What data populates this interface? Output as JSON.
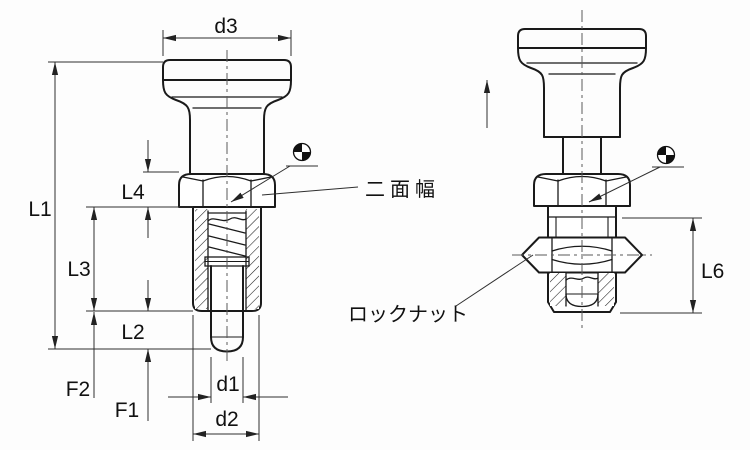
{
  "drawing": {
    "background": "#fdfdfd",
    "line_color": "#1a1a1a",
    "left_view": {
      "description": "index plunger, rest position, section view",
      "dims": {
        "d3": "d3",
        "L1": "L1",
        "L4": "L4",
        "L3": "L3",
        "L2": "L2",
        "F2": "F2",
        "F1": "F1",
        "d1": "d1",
        "d2": "d2"
      }
    },
    "right_view": {
      "description": "index plunger, knob pulled up, with lock nut",
      "dims": {
        "L6": "L6"
      },
      "labels": {
        "across_flats": "二面幅",
        "lock_nut": "ロックナット"
      }
    }
  }
}
